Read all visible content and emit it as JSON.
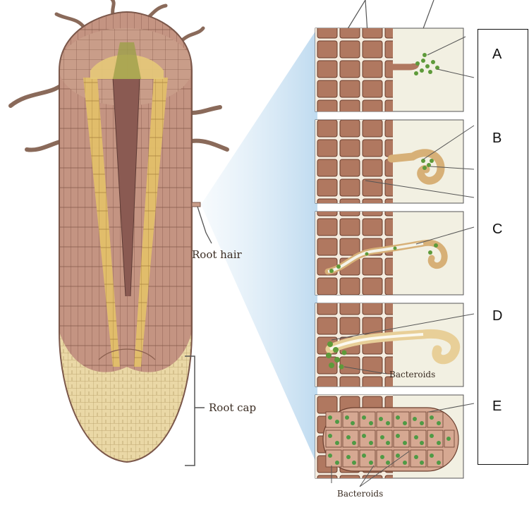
{
  "labels": {
    "root_hair": "Root hair",
    "root_cap": "Root cap",
    "bacteroids_d": "Bacteroids",
    "bacteroids_e": "Bacteroids"
  },
  "panel_letters": [
    "A",
    "B",
    "C",
    "D",
    "E"
  ],
  "colors": {
    "root_tan": "#c69a86",
    "cell_line": "#8a5f4e",
    "vascular_gold": "#e2bf6a",
    "vascular_dark": "#8a5a52",
    "rhizobia_green": "#5e9a3a",
    "cap_tan": "#ead8a6",
    "panel_bg": "#f2f0e2",
    "brick": "#b07860",
    "highlight_blue": "#d6e8f5"
  }
}
